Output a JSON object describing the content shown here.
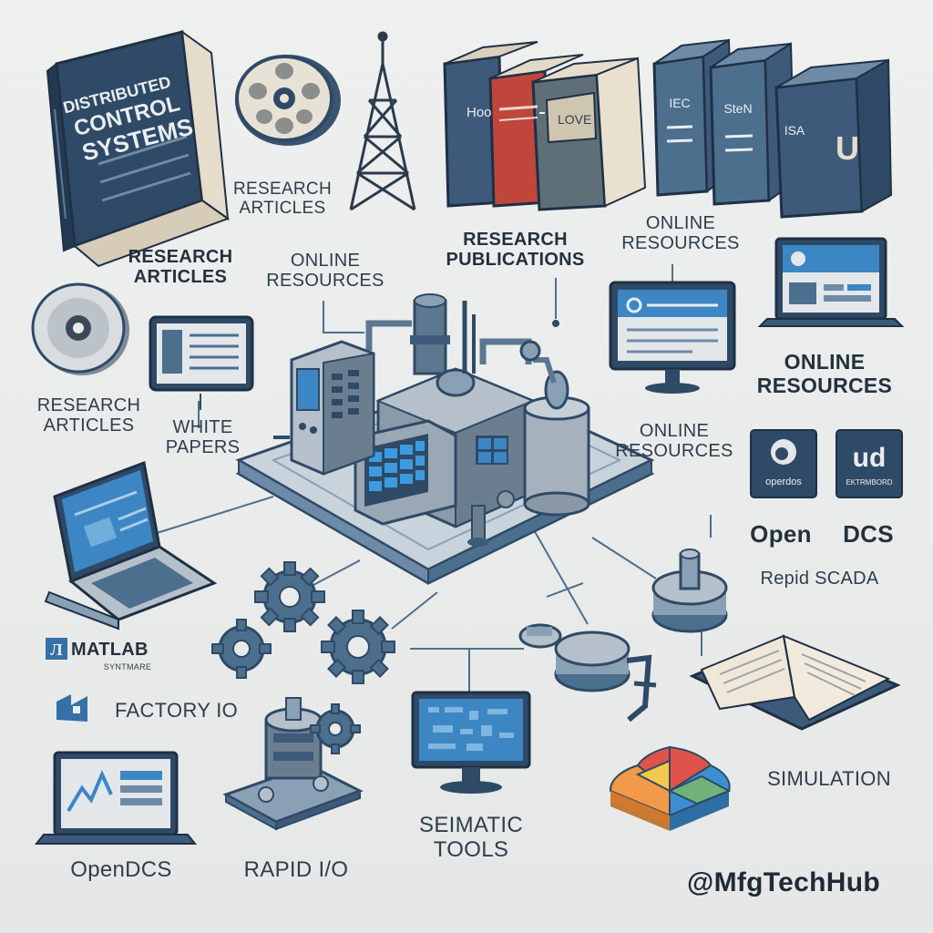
{
  "books": {
    "dcs_title_1": "DISTRIBUTED",
    "dcs_title_2": "CONTROL",
    "dcs_title_3": "SYSTEMS",
    "spine_1": "Hoo",
    "spine_3": "LOVE",
    "std_1": "IEC",
    "std_2": "StеN",
    "std_3": "ISA",
    "std_3_big": "U"
  },
  "labels": {
    "research_articles_top": "RESEARCH\nARTICLES",
    "research_articles_mid": "RESEARCH\nARTICLES",
    "research_articles_left": "RESEARCH\nARTICLES",
    "online_resources_a": "ONLINE\nRESOURCES",
    "research_publications": "RESEARCH\nPUBLICATIONS",
    "online_resources_b": "ONLINE\nRESOURCES",
    "online_resources_c": "ONLINE\nRESOURCES",
    "online_resources_d": "ONLINE\nRESOURCES",
    "white_papers": "WHITE\nPAPERS",
    "opendos_tile": "operdos",
    "ud_tile": "ud",
    "ud_tile_sub": "EKTRMBORD",
    "open": "Open",
    "dcs": "DCS",
    "rapid_scada": "Repid SCADA",
    "matlab": "MATLAB",
    "matlab_sub": "SYNTMARE",
    "factory_io": "FACTORY IO",
    "opendcs": "OpenDCS",
    "rapid_io": "RAPID I/O",
    "seimatic_tools": "SEIMATIC\nTOOLS",
    "simulation": "SIMULATION",
    "handle": "@MfgTechHub"
  },
  "colors": {
    "background": "#e9ebea",
    "navy": "#2f4a66",
    "steel": "#4d6f8e",
    "red_book": "#c0463c",
    "screen_blue": "#3c86c4",
    "pie_red": "#e0534a",
    "pie_orange": "#f2994a",
    "pie_yellow": "#f2c94c",
    "pie_green": "#6fb37b",
    "pie_blue": "#3b8fd1"
  }
}
